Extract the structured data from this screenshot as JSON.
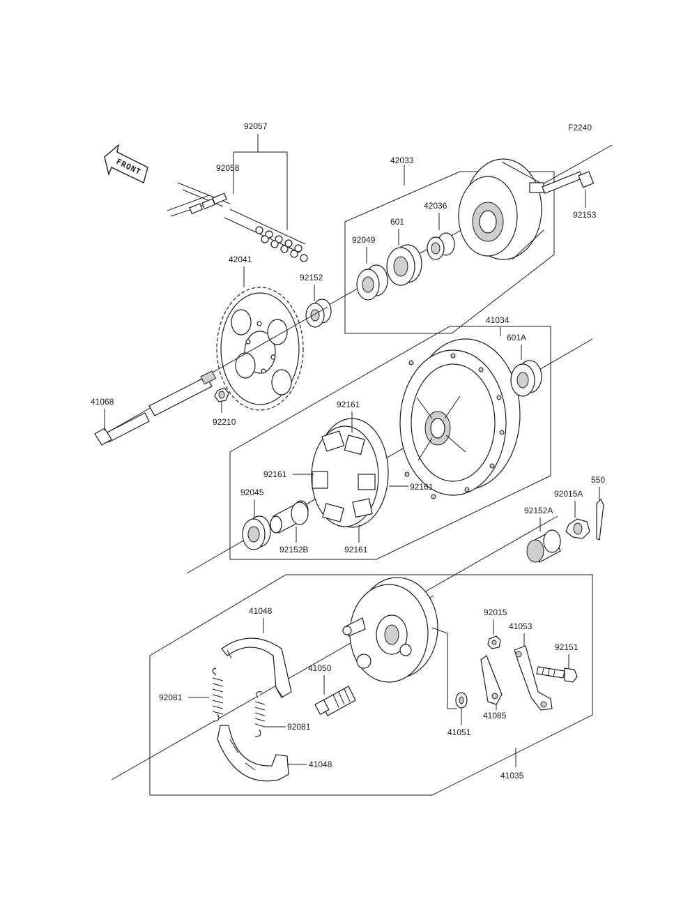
{
  "figure_code": "F2240",
  "front_indicator": "FRONT",
  "parts": {
    "p92057": "92057",
    "p92058": "92058",
    "p42033": "42033",
    "p92153": "92153",
    "p42036": "42036",
    "p601": "601",
    "p92049": "92049",
    "p92152": "92152",
    "p42041": "42041",
    "p41034": "41034",
    "p601A": "601A",
    "p41068": "41068",
    "p92210": "92210",
    "p92161_top": "92161",
    "p92161_left": "92161",
    "p92161_right": "92161",
    "p92161_bottom": "92161",
    "p92045": "92045",
    "p92152B": "92152B",
    "p550": "550",
    "p92015A": "92015A",
    "p92152A": "92152A",
    "p41048_top": "41048",
    "p92015": "92015",
    "p41053": "41053",
    "p92151": "92151",
    "p41050": "41050",
    "p92081_left": "92081",
    "p92081_right": "92081",
    "p41085": "41085",
    "p41051": "41051",
    "p41048_bottom": "41048",
    "p41035": "41035"
  }
}
